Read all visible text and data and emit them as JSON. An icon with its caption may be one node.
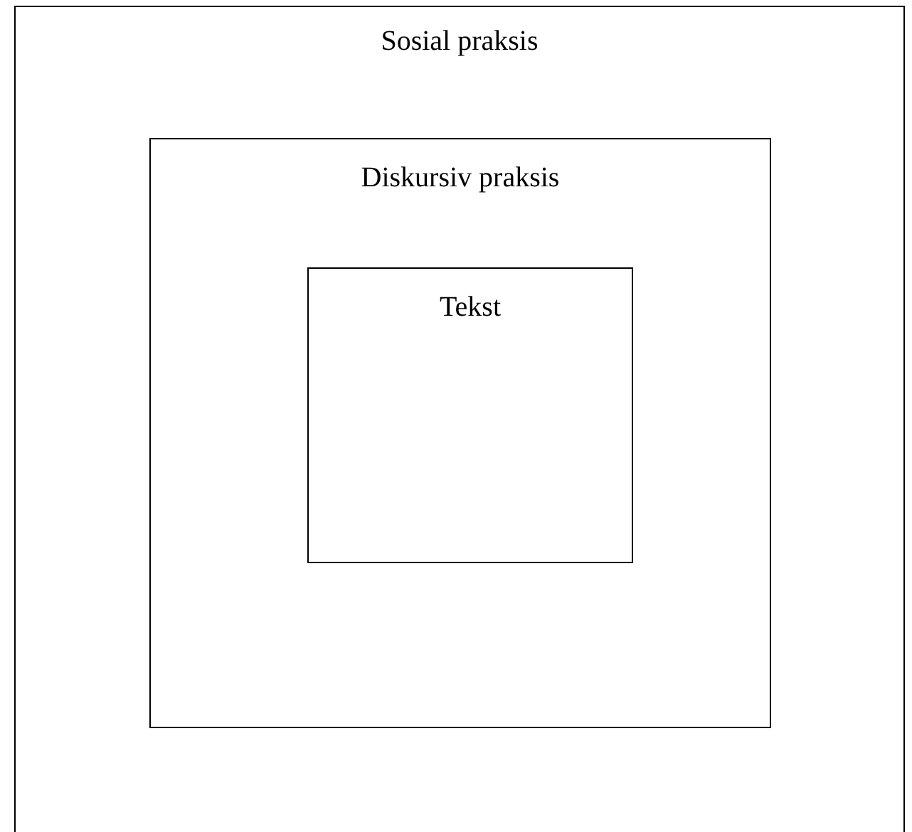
{
  "diagram": {
    "nodes": [
      {
        "text": [
          "Sosial praksis"
        ]
      },
      {
        "text": [
          "Diskursiv praksis"
        ],
        "in": 0
      },
      {
        "text": [
          "Tekst"
        ],
        "in": 1
      }
    ]
  }
}
